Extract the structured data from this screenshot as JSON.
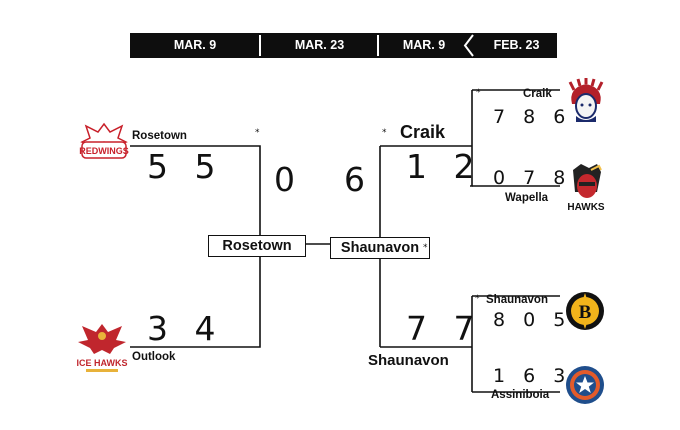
{
  "header": {
    "dates": [
      "MAR. 9",
      "MAR. 23",
      "MAR. 9",
      "FEB. 23"
    ]
  },
  "left_bracket": {
    "top": {
      "team": "Rosetown",
      "score": "5 5",
      "star": "*"
    },
    "bottom": {
      "team": "Outlook",
      "score": "3 4"
    },
    "winner": "Rosetown",
    "final_score": "0"
  },
  "right_bracket": {
    "final_score": "6",
    "winner": "Shaunavon",
    "winner_star": "*",
    "semi_top": {
      "team": "Craik",
      "score": "1 2",
      "star": "*",
      "top": {
        "team": "Craik",
        "score": "7 8 6",
        "star": "*"
      },
      "bottom": {
        "team": "Wapella",
        "score": "0 7 8"
      }
    },
    "semi_bottom": {
      "team": "Shaunavon",
      "score": "7 7",
      "top": {
        "team": "Shaunavon",
        "score": "8 0 5",
        "star": "*"
      },
      "bottom": {
        "team": "Assiniboia",
        "score": "1 6 3"
      }
    }
  },
  "logos": {
    "rosetown": {
      "icon": "redwings-logo-icon",
      "text": "REDWINGS",
      "color": "#c8202a"
    },
    "outlook": {
      "icon": "icehawks-logo-icon",
      "text": "ICE HAWKS",
      "color": "#c0262d"
    },
    "craik": {
      "icon": "indian-head-logo-icon",
      "color": "#b3202a"
    },
    "wapella": {
      "icon": "hawks-logo-icon",
      "text": "HAWKS",
      "color": "#111111"
    },
    "shaunavon": {
      "icon": "bear-b-logo-icon",
      "text": "B",
      "color": "#f2b41b"
    },
    "assiniboia": {
      "icon": "star-roundel-logo-icon",
      "color": "#1f4e8c"
    }
  }
}
